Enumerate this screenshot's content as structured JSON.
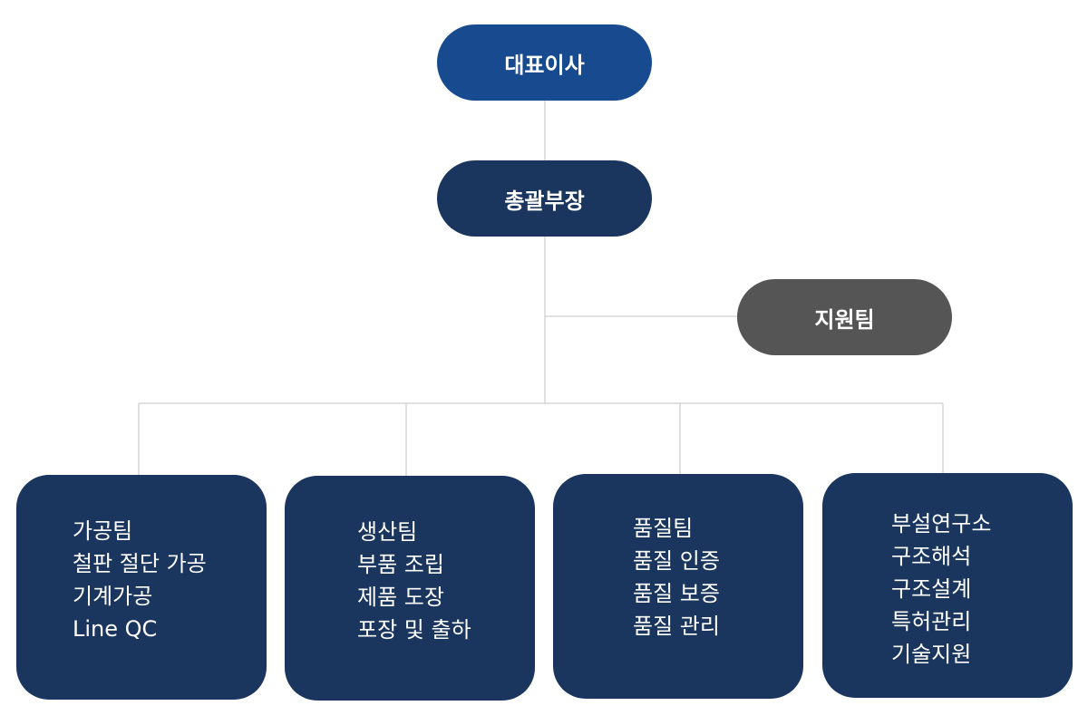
{
  "nodes": {
    "ceo": "대표이사",
    "general_manager": "총괄부장",
    "support_team": "지원팀"
  },
  "teams": [
    {
      "items": [
        "가공팀",
        "철판 절단 가공",
        "기계가공",
        "Line QC"
      ]
    },
    {
      "items": [
        "생산팀",
        "부품 조립",
        "제품 도장",
        "포장 및 출하"
      ]
    },
    {
      "items": [
        "품질팀",
        "품질 인증",
        "품질 보증",
        "품질 관리"
      ]
    },
    {
      "items": [
        "부설연구소",
        "구조해석",
        "구조설계",
        "특허관리",
        "기술지원"
      ]
    }
  ],
  "colors": {
    "ceo_fill": "#174a8e",
    "node_fill": "#1a365e",
    "support_fill": "#555555",
    "connector": "#d6d6d6",
    "text": "#ffffff"
  }
}
